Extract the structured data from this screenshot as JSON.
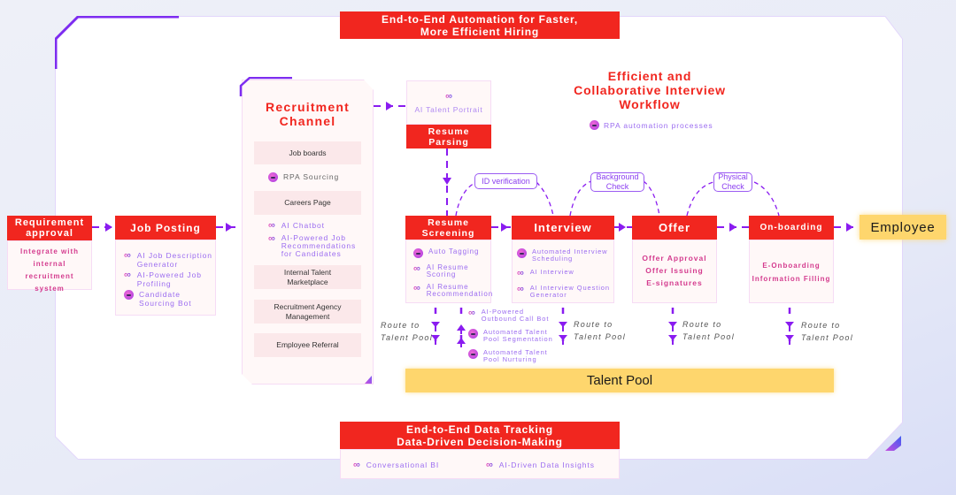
{
  "top_banner": {
    "line1": "End-to-End Automation for Faster,",
    "line2": "More Efficient Hiring"
  },
  "interview_workflow": {
    "title_line1": "Efficient and",
    "title_line2": "Collaborative Interview",
    "title_line3": "Workflow",
    "legend_label": "RPA automation processes",
    "legend_icon": "rpa-icon"
  },
  "requirement": {
    "title_line1": "Requirement",
    "title_line2": "approval",
    "body_line1": "Integrate with",
    "body_line2": "internal recruitment",
    "body_line3": "system"
  },
  "job_posting": {
    "title": "Job Posting",
    "items": [
      {
        "icon": "ai-icon",
        "line1": "AI Job Description",
        "line2": "Generator"
      },
      {
        "icon": "ai-icon",
        "line1": "AI-Powered Job",
        "line2": "Profiling"
      },
      {
        "icon": "rpa-icon",
        "line1": "Candidate",
        "line2": "Sourcing Bot"
      }
    ]
  },
  "recruitment_channel": {
    "title_line1": "Recruitment",
    "title_line2": "Channel",
    "job_boards": "Job boards",
    "rpa_sourcing": "RPA Sourcing",
    "careers_page": "Careers Page",
    "ai_chatbot": "AI Chatbot",
    "ai_job_rec_line1": "AI-Powered Job",
    "ai_job_rec_line2": "Recommendations",
    "ai_job_rec_line3": "for Candidates",
    "internal_talent_line1": "Internal Talent",
    "internal_talent_line2": "Marketplace",
    "agency_line1": "Recruitment Agency",
    "agency_line2": "Management",
    "employee_referral": "Employee Referral"
  },
  "resume_parsing": {
    "ai_label": "AI Talent Portrait",
    "title_line1": "Resume",
    "title_line2": "Parsing"
  },
  "resume_screening": {
    "title_line1": "Resume",
    "title_line2": "Screening",
    "items": [
      {
        "icon": "rpa-icon",
        "line1": "Auto Tagging",
        "line2": ""
      },
      {
        "icon": "ai-icon",
        "line1": "AI Resume",
        "line2": "Scoring"
      },
      {
        "icon": "ai-icon",
        "line1": "AI Resume",
        "line2": "Recommendation"
      }
    ]
  },
  "talent_pool_ops": [
    {
      "icon": "ai-icon",
      "line1": "AI-Powered",
      "line2": "Outbound Call Bot"
    },
    {
      "icon": "rpa-icon",
      "line1": "Automated Talent",
      "line2": "Pool Segmentation"
    },
    {
      "icon": "rpa-icon",
      "line1": "Automated Talent",
      "line2": "Pool Nurturing"
    }
  ],
  "interview": {
    "title": "Interview",
    "items": [
      {
        "icon": "rpa-icon",
        "line1": "Automated Interview",
        "line2": "Scheduling"
      },
      {
        "icon": "ai-icon",
        "line1": "AI Interview",
        "line2": ""
      },
      {
        "icon": "ai-icon",
        "line1": "AI Interview Question",
        "line2": "Generator"
      }
    ]
  },
  "offer": {
    "title": "Offer",
    "items": [
      "Offer Approval",
      "Offer Issuing",
      "E-signatures"
    ]
  },
  "onboarding": {
    "title": "On-boarding",
    "items": [
      "E-Onboarding",
      "Information Filling"
    ]
  },
  "employee": {
    "label": "Employee"
  },
  "checks": {
    "id_verification": "ID verification",
    "background_line1": "Background",
    "background_line2": "Check",
    "physical_line1": "Physical",
    "physical_line2": "Check"
  },
  "route": {
    "line1": "Route to",
    "line2": "Talent Pool"
  },
  "talent_pool": {
    "label": "Talent Pool"
  },
  "bottom_banner": {
    "line1": "End-to-End Data Tracking",
    "line2": "Data-Driven Decision-Making",
    "items": [
      {
        "icon": "ai-icon",
        "label": "Conversational BI"
      },
      {
        "icon": "ai-icon",
        "label": "AI-Driven Data Insights"
      }
    ]
  },
  "colors": {
    "red": "#f1261f",
    "purple": "#8a2be2",
    "gold": "#fed66d",
    "magenta": "#d43b8e"
  }
}
